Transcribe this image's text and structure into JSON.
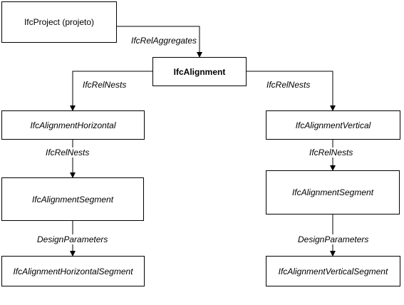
{
  "nodes": {
    "project": "IfcProject (projeto)",
    "alignment": "IfcAlignment",
    "horizontal": "IfcAlignmentHorizontal",
    "vertical": "IfcAlignmentVertical",
    "segment_h": "IfcAlignmentSegment",
    "segment_v": "IfcAlignmentSegment",
    "horizontal_segment": "IfcAlignmentHorizontalSegment",
    "vertical_segment": "IfcAlignmentVerticalSegment"
  },
  "edges": {
    "aggregates": "IfcRelAggregates",
    "nests_left": "IfcRelNests",
    "nests_right": "IfcRelNests",
    "nests_h_seg": "IfcRelNests",
    "nests_v_seg": "IfcRelNests",
    "design_params_left": "DesignParameters",
    "design_params_right": "DesignParameters"
  }
}
